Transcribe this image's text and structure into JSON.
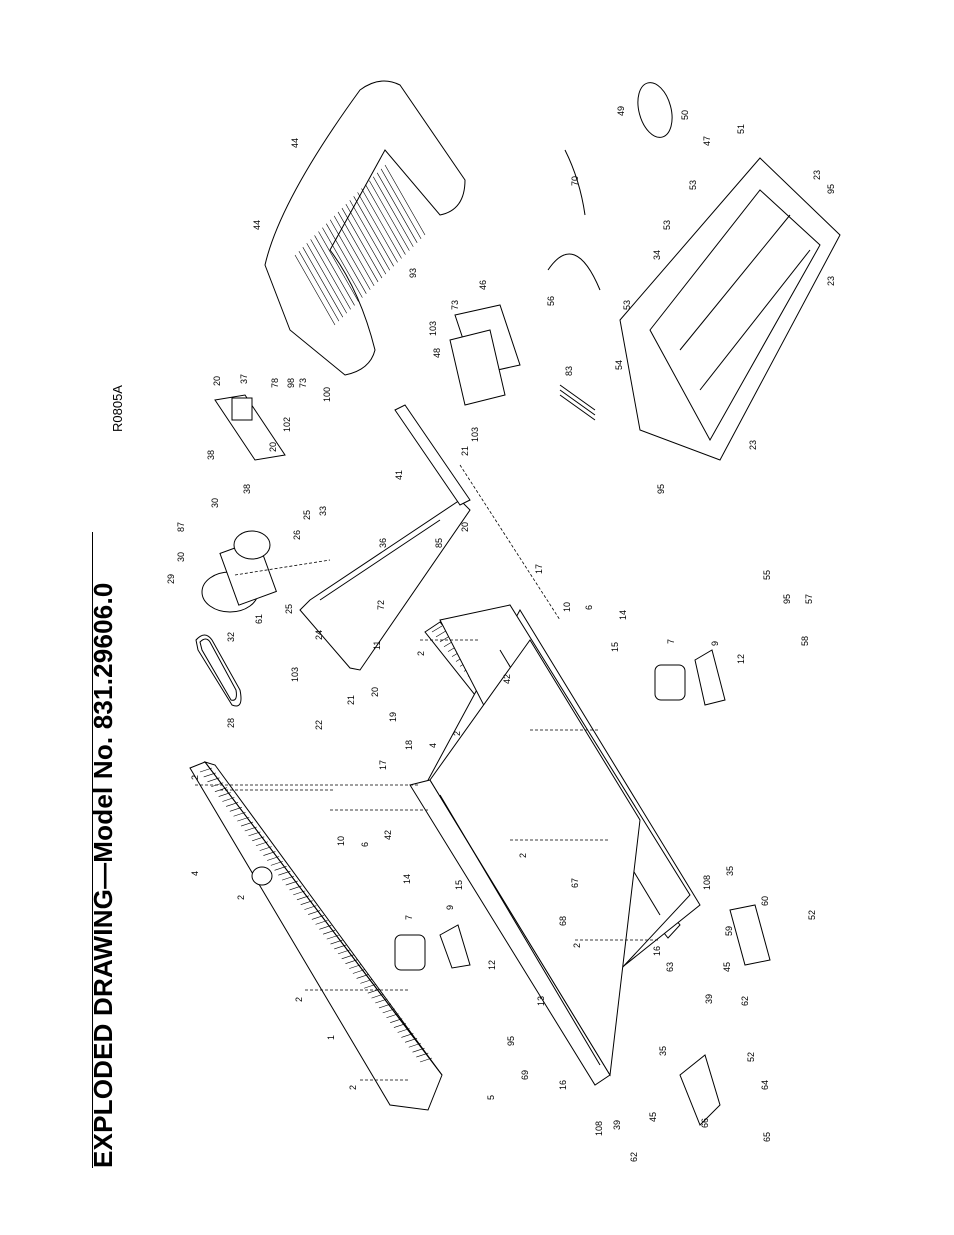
{
  "title": "EXPLODED DRAWING—Model No. 831.29606.0",
  "drawing_code": "R0805A",
  "callouts": [
    {
      "id": "c1",
      "num": "2"
    },
    {
      "id": "c2",
      "num": "1"
    },
    {
      "id": "c3",
      "num": "2"
    },
    {
      "id": "c4",
      "num": "4"
    },
    {
      "id": "c5",
      "num": "2"
    },
    {
      "id": "c6",
      "num": "2"
    },
    {
      "id": "c7",
      "num": "7"
    },
    {
      "id": "c8",
      "num": "9"
    },
    {
      "id": "c9",
      "num": "12"
    },
    {
      "id": "c10",
      "num": "14"
    },
    {
      "id": "c11",
      "num": "15"
    },
    {
      "id": "c12",
      "num": "10"
    },
    {
      "id": "c13",
      "num": "6"
    },
    {
      "id": "c14",
      "num": "42"
    },
    {
      "id": "c15",
      "num": "17"
    },
    {
      "id": "c16",
      "num": "19"
    },
    {
      "id": "c17",
      "num": "18"
    },
    {
      "id": "c18",
      "num": "28"
    },
    {
      "id": "c19",
      "num": "32"
    },
    {
      "id": "c20",
      "num": "29"
    },
    {
      "id": "c21",
      "num": "30"
    },
    {
      "id": "c22",
      "num": "87"
    },
    {
      "id": "c23",
      "num": "30"
    },
    {
      "id": "c24",
      "num": "61"
    },
    {
      "id": "c25",
      "num": "25"
    },
    {
      "id": "c26",
      "num": "26"
    },
    {
      "id": "c27",
      "num": "25"
    },
    {
      "id": "c28",
      "num": "24"
    },
    {
      "id": "c29",
      "num": "103"
    },
    {
      "id": "c30",
      "num": "22"
    },
    {
      "id": "c31",
      "num": "21"
    },
    {
      "id": "c32",
      "num": "20"
    },
    {
      "id": "c33",
      "num": "11"
    },
    {
      "id": "c34",
      "num": "72"
    },
    {
      "id": "c35",
      "num": "33"
    },
    {
      "id": "c36",
      "num": "36"
    },
    {
      "id": "c37",
      "num": "38"
    },
    {
      "id": "c38",
      "num": "38"
    },
    {
      "id": "c39",
      "num": "20"
    },
    {
      "id": "c40",
      "num": "37"
    },
    {
      "id": "c41",
      "num": "78"
    },
    {
      "id": "c42",
      "num": "98"
    },
    {
      "id": "c43",
      "num": "73"
    },
    {
      "id": "c44",
      "num": "100"
    },
    {
      "id": "c45",
      "num": "102"
    },
    {
      "id": "c46",
      "num": "20"
    },
    {
      "id": "c47",
      "num": "41"
    },
    {
      "id": "c48",
      "num": "85"
    },
    {
      "id": "c49",
      "num": "21"
    },
    {
      "id": "c50",
      "num": "20"
    },
    {
      "id": "c51",
      "num": "44"
    },
    {
      "id": "c52",
      "num": "44"
    },
    {
      "id": "c53",
      "num": "93"
    },
    {
      "id": "c54",
      "num": "48"
    },
    {
      "id": "c55",
      "num": "103"
    },
    {
      "id": "c56",
      "num": "73"
    },
    {
      "id": "c57",
      "num": "46"
    },
    {
      "id": "c58",
      "num": "103"
    },
    {
      "id": "c59",
      "num": "70"
    },
    {
      "id": "c60",
      "num": "56"
    },
    {
      "id": "c61",
      "num": "83"
    },
    {
      "id": "c62",
      "num": "49"
    },
    {
      "id": "c63",
      "num": "50"
    },
    {
      "id": "c64",
      "num": "47"
    },
    {
      "id": "c65",
      "num": "51"
    },
    {
      "id": "c66",
      "num": "53"
    },
    {
      "id": "c67",
      "num": "53"
    },
    {
      "id": "c68",
      "num": "34"
    },
    {
      "id": "c69",
      "num": "53"
    },
    {
      "id": "c70",
      "num": "54"
    },
    {
      "id": "c71",
      "num": "23"
    },
    {
      "id": "c72",
      "num": "95"
    },
    {
      "id": "c73",
      "num": "23"
    },
    {
      "id": "c74",
      "num": "23"
    },
    {
      "id": "c75",
      "num": "95"
    },
    {
      "id": "c76",
      "num": "17"
    },
    {
      "id": "c77",
      "num": "10"
    },
    {
      "id": "c78",
      "num": "6"
    },
    {
      "id": "c79",
      "num": "14"
    },
    {
      "id": "c80",
      "num": "15"
    },
    {
      "id": "c81",
      "num": "7"
    },
    {
      "id": "c82",
      "num": "9"
    },
    {
      "id": "c83",
      "num": "12"
    },
    {
      "id": "c84",
      "num": "55"
    },
    {
      "id": "c85",
      "num": "95"
    },
    {
      "id": "c86",
      "num": "57"
    },
    {
      "id": "c87",
      "num": "58"
    },
    {
      "id": "c88",
      "num": "2"
    },
    {
      "id": "c89",
      "num": "42"
    },
    {
      "id": "c90",
      "num": "4"
    },
    {
      "id": "c91",
      "num": "2"
    },
    {
      "id": "c92",
      "num": "2"
    },
    {
      "id": "c93",
      "num": "67"
    },
    {
      "id": "c94",
      "num": "68"
    },
    {
      "id": "c95",
      "num": "2"
    },
    {
      "id": "c96",
      "num": "13"
    },
    {
      "id": "c97",
      "num": "5"
    },
    {
      "id": "c98",
      "num": "95"
    },
    {
      "id": "c99",
      "num": "69"
    },
    {
      "id": "c100",
      "num": "16"
    },
    {
      "id": "c101",
      "num": "108"
    },
    {
      "id": "c102",
      "num": "35"
    },
    {
      "id": "c103",
      "num": "39"
    },
    {
      "id": "c104",
      "num": "45"
    },
    {
      "id": "c105",
      "num": "62"
    },
    {
      "id": "c106",
      "num": "66"
    },
    {
      "id": "c107",
      "num": "52"
    },
    {
      "id": "c108",
      "num": "64"
    },
    {
      "id": "c109",
      "num": "65"
    },
    {
      "id": "c110",
      "num": "108"
    },
    {
      "id": "c111",
      "num": "35"
    },
    {
      "id": "c112",
      "num": "60"
    },
    {
      "id": "c113",
      "num": "52"
    },
    {
      "id": "c114",
      "num": "59"
    },
    {
      "id": "c115",
      "num": "16"
    },
    {
      "id": "c116",
      "num": "63"
    },
    {
      "id": "c117",
      "num": "45"
    },
    {
      "id": "c118",
      "num": "39"
    },
    {
      "id": "c119",
      "num": "62"
    }
  ]
}
